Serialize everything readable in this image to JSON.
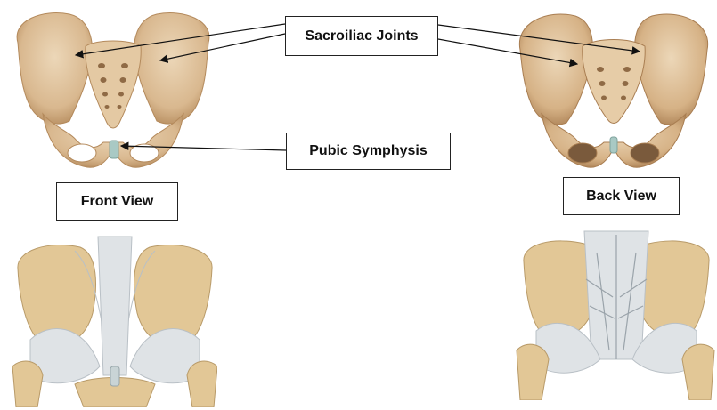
{
  "labels": {
    "sacroiliac": "Sacroiliac Joints",
    "pubic": "Pubic Symphysis",
    "front": "Front View",
    "back": "Back View"
  },
  "colors": {
    "bone": "#d9b88f",
    "bone_dark": "#b48a5c",
    "bone_light": "#ecd7b8",
    "bone_shadow": "#8f6a45",
    "cartilage": "#a9c9c4",
    "ligament": "#dfe3e6",
    "ligament_dark": "#b9c0c6",
    "outline": "#222222"
  },
  "icons": {
    "front_pelvis": "pelvis-bone-front",
    "back_pelvis": "pelvis-bone-back",
    "front_ligaments": "pelvis-ligaments-front",
    "back_ligaments": "pelvis-ligaments-back"
  }
}
